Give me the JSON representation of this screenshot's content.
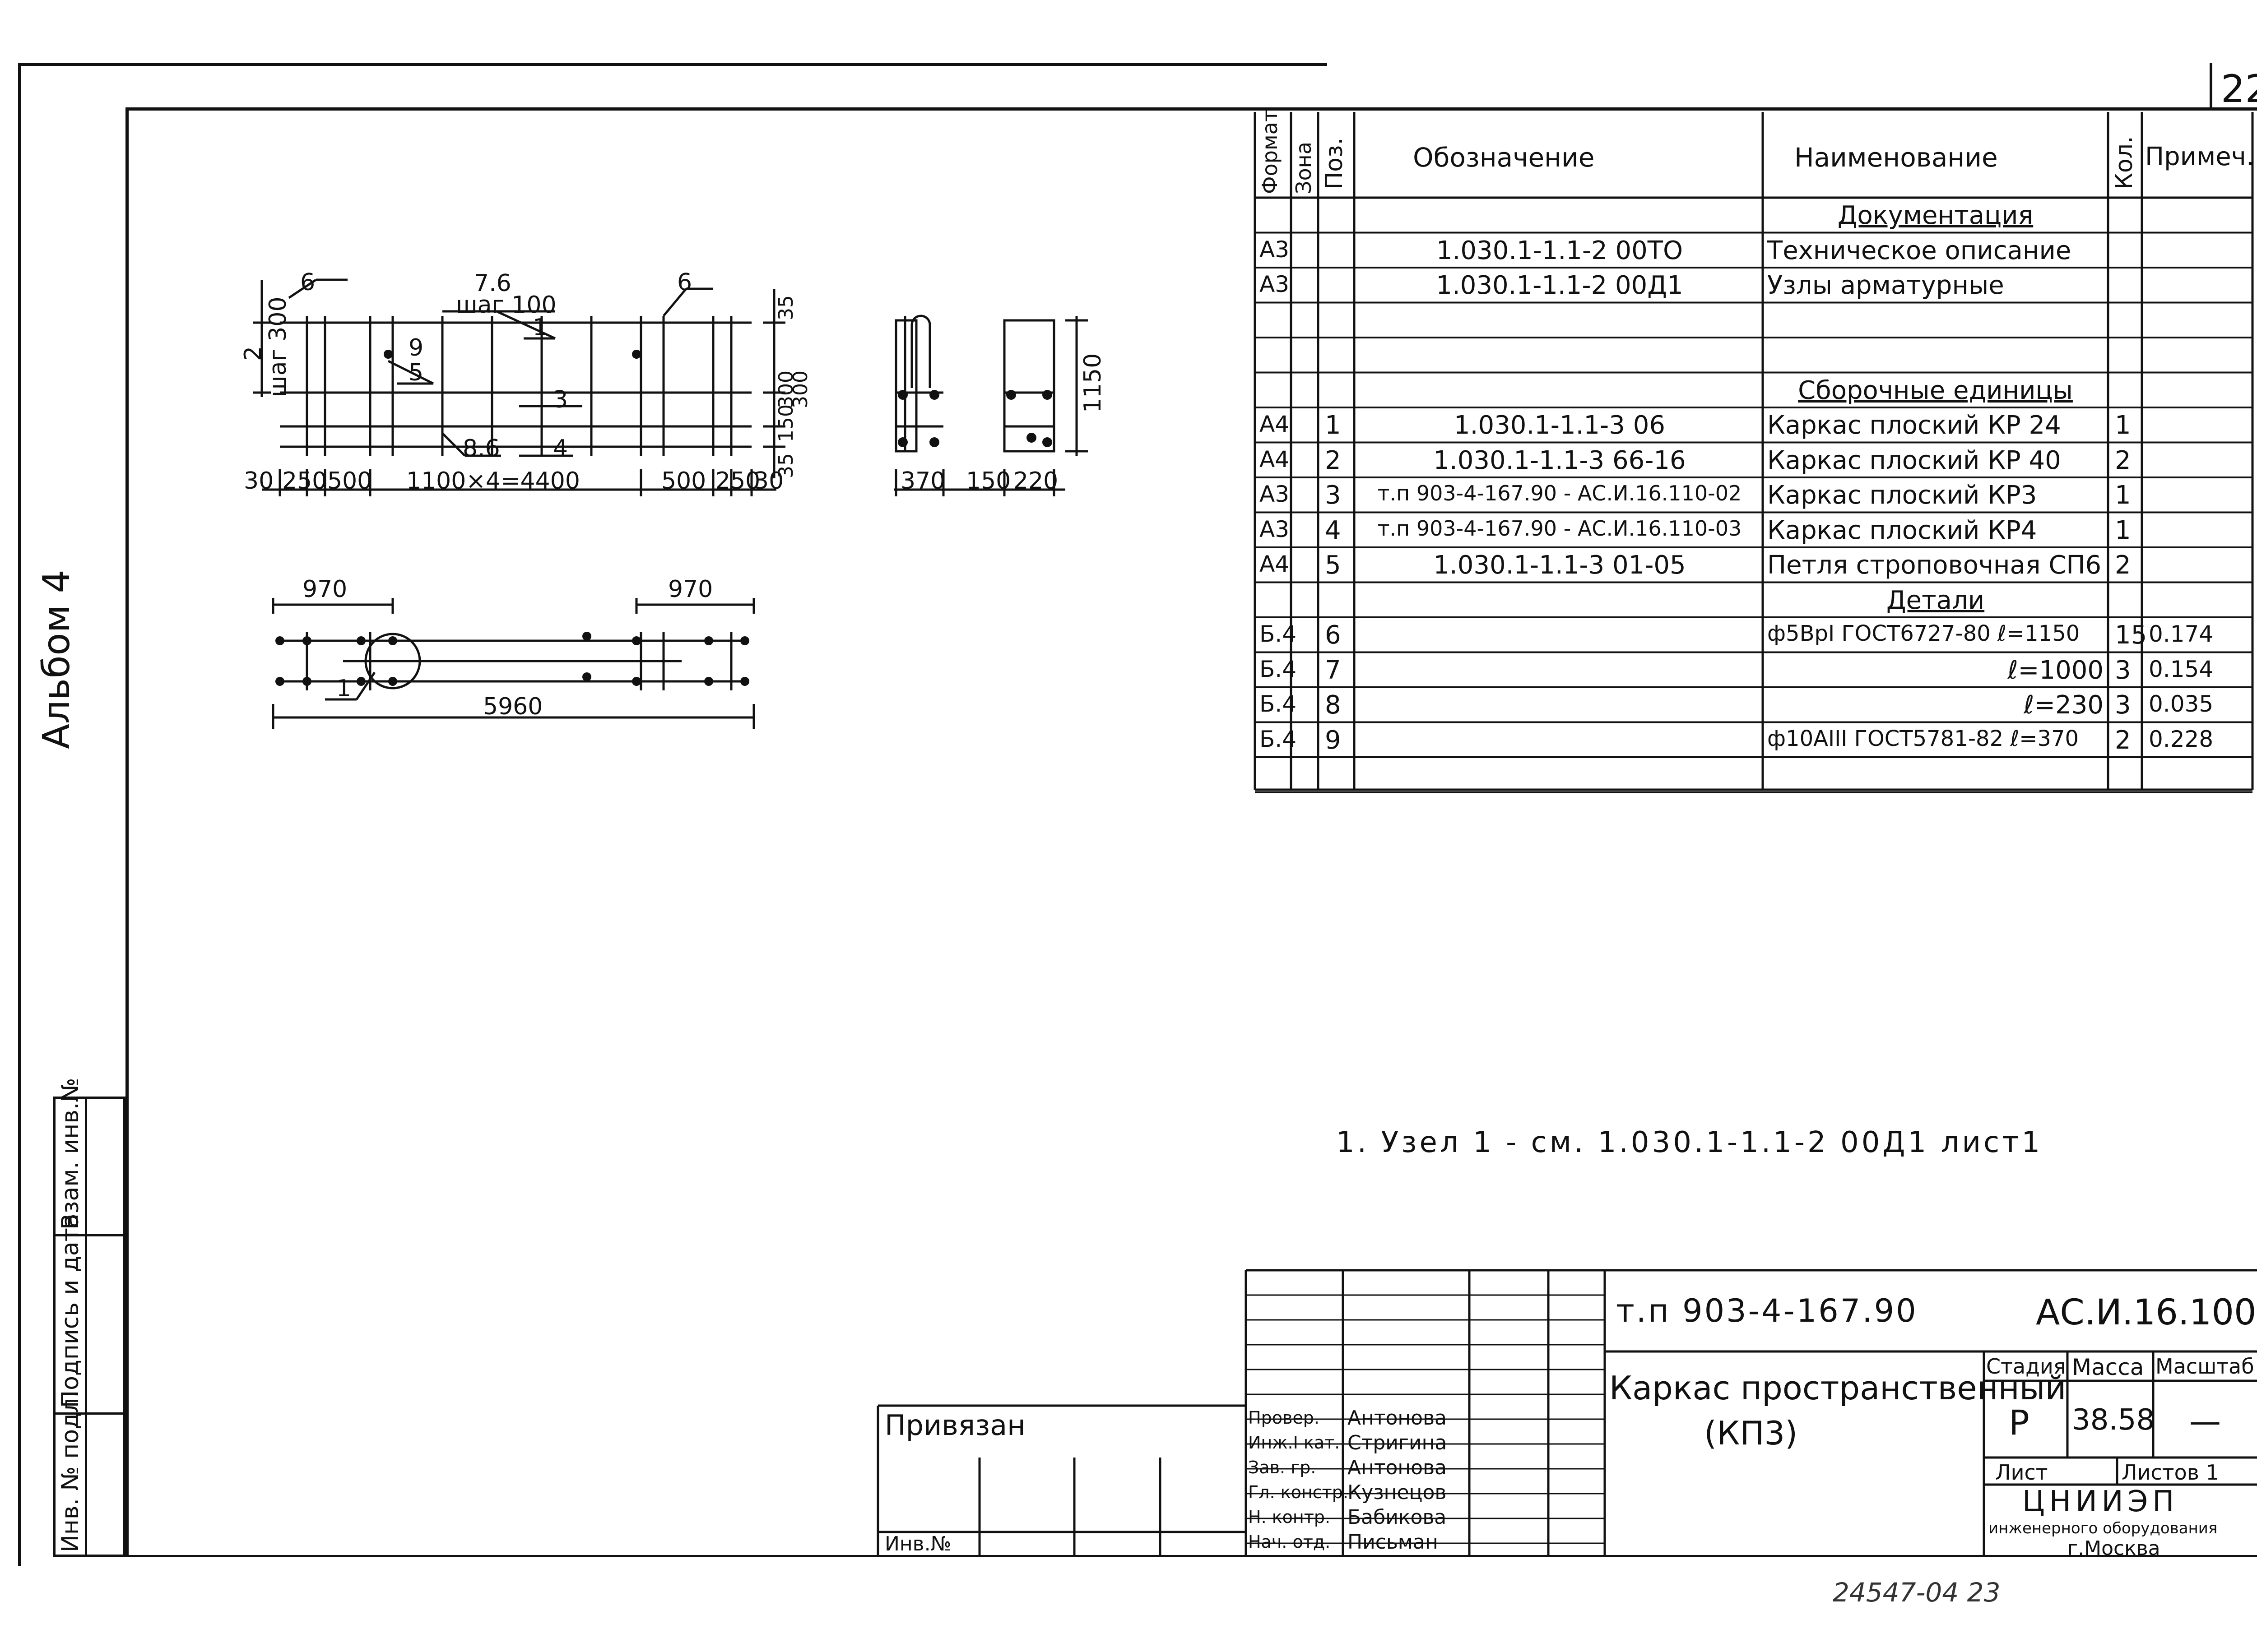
{
  "sheet_number": "22",
  "album_label": "Альбом 4",
  "left_stamp": {
    "inv_podl": "Инв. № подл.",
    "podpis_data": "Подпись и дата",
    "vzam_inv": "Взам. инв.№"
  },
  "spec_table": {
    "headers": {
      "format": "Формат",
      "zona": "Зона",
      "poz": "Поз.",
      "oboznachenie": "Обозначение",
      "naimenovanie": "Наименование",
      "kol": "Кол.",
      "primech": "Примеч."
    },
    "rows": [
      {
        "format": "",
        "poz": "",
        "oboznachenie": "",
        "naimenovanie": "Документация",
        "kol": "",
        "primech": ""
      },
      {
        "format": "А3",
        "poz": "",
        "oboznachenie": "1.030.1-1.1-2 00ТО",
        "naimenovanie": "Техническое описание",
        "kol": "",
        "primech": ""
      },
      {
        "format": "А3",
        "poz": "",
        "oboznachenie": "1.030.1-1.1-2 00Д1",
        "naimenovanie": "Узлы арматурные",
        "kol": "",
        "primech": ""
      },
      {
        "format": "",
        "poz": "",
        "oboznachenie": "",
        "naimenovanie": "",
        "kol": "",
        "primech": ""
      },
      {
        "format": "",
        "poz": "",
        "oboznachenie": "",
        "naimenovanie": "",
        "kol": "",
        "primech": ""
      },
      {
        "format": "",
        "poz": "",
        "oboznachenie": "",
        "naimenovanie": "Сборочные единицы",
        "kol": "",
        "primech": ""
      },
      {
        "format": "А4",
        "poz": "1",
        "oboznachenie": "1.030.1-1.1-3 06",
        "naimenovanie": "Каркас плоский КР 24",
        "kol": "1",
        "primech": ""
      },
      {
        "format": "А4",
        "poz": "2",
        "oboznachenie": "1.030.1-1.1-3 66-16",
        "naimenovanie": "Каркас плоский КР 40",
        "kol": "2",
        "primech": ""
      },
      {
        "format": "А3",
        "poz": "3",
        "oboznachenie": "т.п 903-4-167.90 - АС.И.16.110-02",
        "naimenovanie": "Каркас плоский КР3",
        "kol": "1",
        "primech": ""
      },
      {
        "format": "А3",
        "poz": "4",
        "oboznachenie": "т.п 903-4-167.90 - АС.И.16.110-03",
        "naimenovanie": "Каркас плоский КР4",
        "kol": "1",
        "primech": ""
      },
      {
        "format": "А4",
        "poz": "5",
        "oboznachenie": "1.030.1-1.1-3 01-05",
        "naimenovanie": "Петля строповочная СП6",
        "kol": "2",
        "primech": ""
      },
      {
        "format": "",
        "poz": "",
        "oboznachenie": "",
        "naimenovanie": "Детали",
        "kol": "",
        "primech": ""
      },
      {
        "format": "Б.4",
        "poz": "6",
        "oboznachenie": "",
        "naimenovanie": "ф5ВрI ГОСТ6727-80 ℓ=1150",
        "kol": "15",
        "primech": "0.174"
      },
      {
        "format": "Б.4",
        "poz": "7",
        "oboznachenie": "",
        "naimenovanie": "ℓ=1000",
        "kol": "3",
        "primech": "0.154"
      },
      {
        "format": "Б.4",
        "poz": "8",
        "oboznachenie": "",
        "naimenovanie": "ℓ=230",
        "kol": "3",
        "primech": "0.035"
      },
      {
        "format": "Б.4",
        "poz": "9",
        "oboznachenie": "",
        "naimenovanie": "ф10АIII ГОСТ5781-82 ℓ=370",
        "kol": "2",
        "primech": "0.228"
      },
      {
        "format": "",
        "poz": "",
        "oboznachenie": "",
        "naimenovanie": "",
        "kol": "",
        "primech": ""
      }
    ]
  },
  "note": "1. Узел 1 - см. 1.030.1-1.1-2 00Д1 лист1",
  "drawing": {
    "elevation": {
      "dims_top": [
        "6",
        "7.6",
        "шаг 100",
        "6"
      ],
      "dims_left": [
        "2",
        "шаг 300"
      ],
      "labels": [
        "9",
        "5",
        "1",
        "3",
        "8.6",
        "4"
      ],
      "dims_right": [
        "35",
        "300",
        "150",
        "300",
        "35"
      ],
      "dims_bottom": [
        "30",
        "250",
        "500",
        "1100×4=4400",
        "500",
        "250",
        "30"
      ]
    },
    "section": {
      "dims_bottom": [
        "370",
        "150",
        "220"
      ],
      "dim_right": "1150"
    },
    "plan": {
      "dims_top": [
        "970",
        "970"
      ],
      "dim_bottom": "5960",
      "node_label": "1"
    }
  },
  "title_block": {
    "privyazan": "Привязан",
    "inv_no": "Инв.№",
    "doc_code": "т.п 903-4-167.90",
    "doc_mark": "АС.И.16.100",
    "title_line1": "Каркас пространственный",
    "title_line2": "(КП3)",
    "stadia_label": "Стадия",
    "massa_label": "Масса",
    "masshtab_label": "Масштаб",
    "stadia": "Р",
    "massa": "38.58",
    "masshtab": "—",
    "list_label": "Лист",
    "listov_label": "Листов 1",
    "org_line1": "ЦНИИЭП",
    "org_line2": "инженерного оборудования",
    "org_line3": "г.Москва",
    "signatures": [
      {
        "role": "Провер.",
        "name": "Антонова"
      },
      {
        "role": "Инж.I кат.",
        "name": "Стригина"
      },
      {
        "role": "Зав. гр.",
        "name": "Антонова"
      },
      {
        "role": "Гл. констр.",
        "name": "Кузнецов"
      },
      {
        "role": "Н. контр.",
        "name": "Бабикова"
      },
      {
        "role": "Нач. отд.",
        "name": "Письман"
      }
    ]
  },
  "bottom_code": "24547-04 23"
}
